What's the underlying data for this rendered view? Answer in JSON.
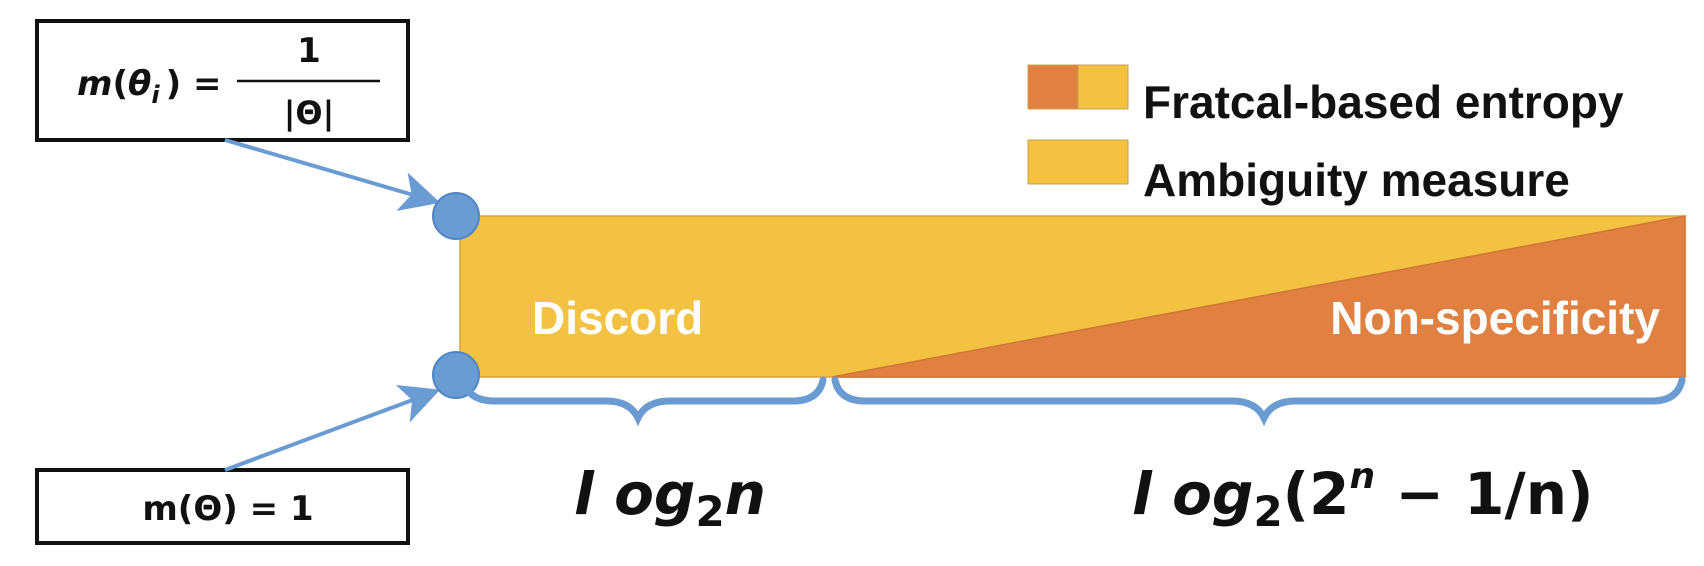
{
  "colors": {
    "ambiguity": "#F4C243",
    "nonspecificity": "#E08142",
    "connector": "#6A9BD3",
    "border": "#111111"
  },
  "legend": {
    "fractal": "Fratcal-based entropy",
    "ambiguity": "Ambiguity measure"
  },
  "regions": {
    "discord": "Discord",
    "nonspecificity": "Non-specificity"
  },
  "formula_top": {
    "lhs_m": "m",
    "lhs_open": "(",
    "lhs_theta": "θ",
    "lhs_sub": "i",
    "lhs_close": ")",
    "equals": "=",
    "numerator": "1",
    "denominator": "|Θ|"
  },
  "formula_bottom": {
    "text": "m(Θ) = 1"
  },
  "brace_left": {
    "log": "l og",
    "sub": "2",
    "arg": "n"
  },
  "brace_right": {
    "log": "l og",
    "sub": "2",
    "open": "(2",
    "sup": "n",
    "rest": " − 1/n)"
  },
  "icons": {
    "top_point": "circle-node-icon",
    "bottom_point": "circle-node-icon"
  }
}
